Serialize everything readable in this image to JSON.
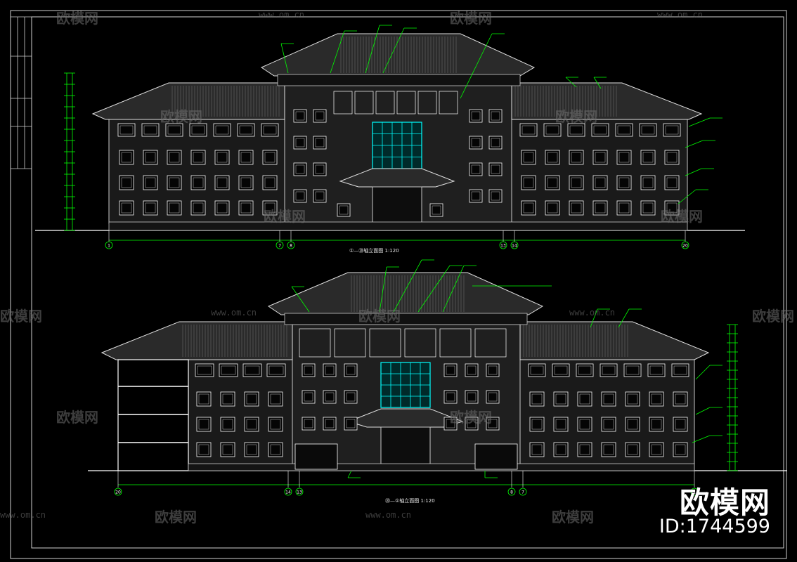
{
  "watermark": {
    "brand": "欧模网",
    "url": "www.om.cn",
    "id_label": "ID:1744599"
  },
  "drawing_titles": {
    "front": "①—⑳轴立面图  1:120",
    "rear": "⑳—①轴立面图  1:120"
  },
  "axis_labels": {
    "front": [
      "1",
      "7",
      "8",
      "13",
      "14",
      "20"
    ],
    "rear": [
      "20",
      "14",
      "13",
      "8",
      "7",
      "1"
    ]
  },
  "colors": {
    "background": "#000000",
    "line": "#ffffff",
    "annotation": "#00ff00",
    "glass": "#00ffff",
    "wall": "#c8c8c8"
  }
}
